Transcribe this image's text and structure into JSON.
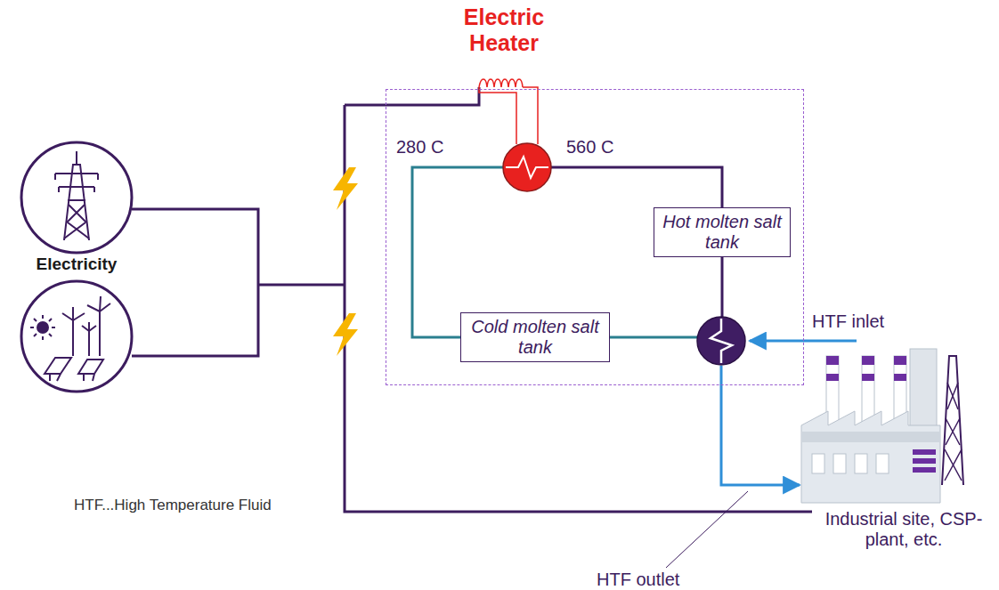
{
  "diagram": {
    "nodes": [
      {
        "text": [
          "Electric Heater"
        ]
      },
      {
        "text": [
          "Hot molten salt tank"
        ],
        "in": 0
      },
      {
        "text": [
          "Cold molten salt tank"
        ],
        "in": 0
      }
    ],
    "edges": [
      {
        "from": 2,
        "to": 1,
        "arrow": "none"
      },
      {
        "from": 1,
        "to": 2,
        "arrow": "none"
      }
    ],
    "labels": [
      "280 C",
      "560 C",
      "Electricity",
      "HTF inlet",
      "HTF outlet",
      "Industrial site, CSP-plant, etc.",
      "HTF...High Temperature Fluid"
    ]
  }
}
